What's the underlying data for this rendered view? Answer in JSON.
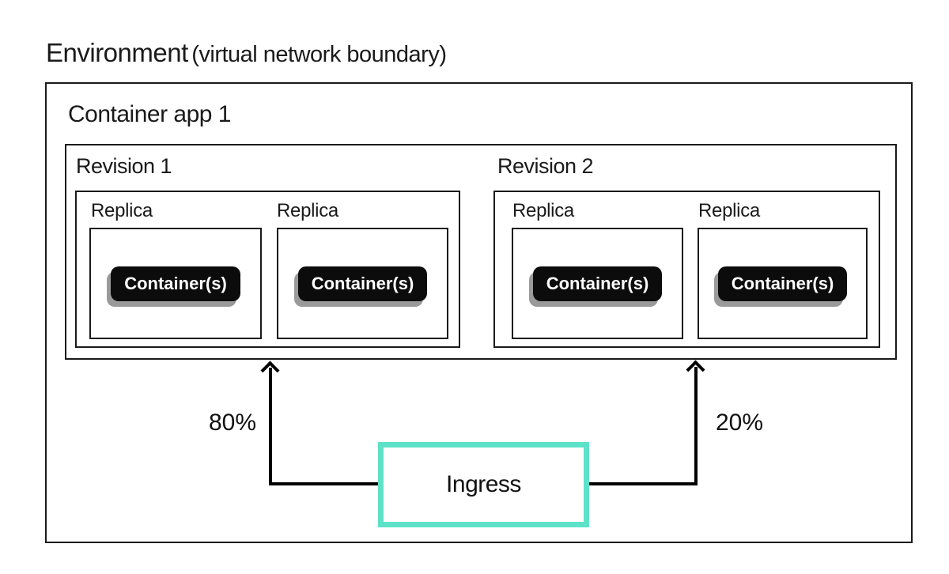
{
  "diagram": {
    "title": {
      "main": "Environment",
      "qualifier": "(virtual network boundary)"
    },
    "container_app": {
      "label": "Container app 1",
      "revisions": [
        {
          "label": "Revision 1",
          "traffic": "80%",
          "replicas": [
            {
              "label": "Replica",
              "badge": "Container(s)"
            },
            {
              "label": "Replica",
              "badge": "Container(s)"
            }
          ]
        },
        {
          "label": "Revision 2",
          "traffic": "20%",
          "replicas": [
            {
              "label": "Replica",
              "badge": "Container(s)"
            },
            {
              "label": "Replica",
              "badge": "Container(s)"
            }
          ]
        }
      ]
    },
    "ingress": {
      "label": "Ingress"
    },
    "colors": {
      "ingress_border": "#5de2c8",
      "box_border": "#1a1a1a",
      "badge_background": "#0c0c0c",
      "badge_text": "#ffffff",
      "badge_shadow": "#9a9a9a",
      "arrow": "#000000"
    }
  }
}
